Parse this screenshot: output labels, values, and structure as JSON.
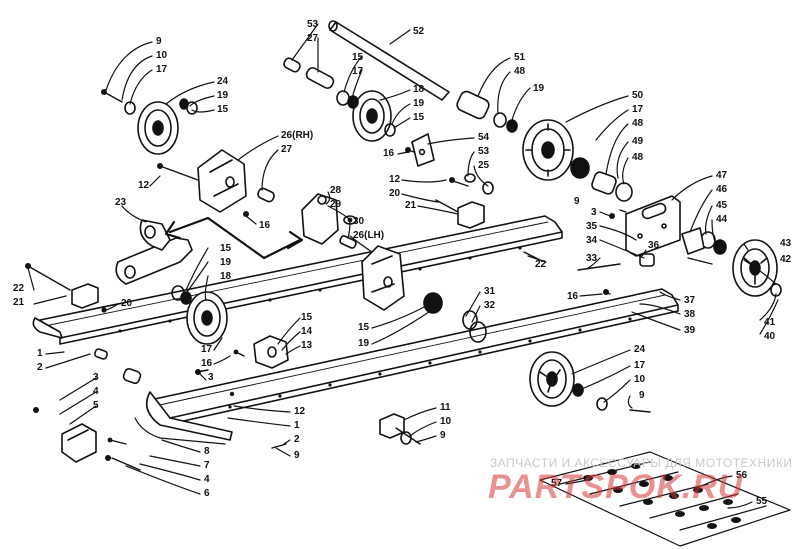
{
  "watermark": {
    "caption": "ЗАПЧАСТИ И АКСЕССУАРЫ ДЛЯ МОТОТЕХНИКИ",
    "logo": "PARTSPOK.RU",
    "logo_color": "#d63737"
  },
  "callouts": [
    {
      "id": "c9a",
      "label": "9"
    },
    {
      "id": "c10a",
      "label": "10"
    },
    {
      "id": "c17a",
      "label": "17"
    },
    {
      "id": "c24a",
      "label": "24"
    },
    {
      "id": "c19a",
      "label": "19"
    },
    {
      "id": "c15a",
      "label": "15"
    },
    {
      "id": "c53a",
      "label": "53"
    },
    {
      "id": "c27a",
      "label": "27"
    },
    {
      "id": "c15b",
      "label": "15"
    },
    {
      "id": "c17b",
      "label": "17"
    },
    {
      "id": "c52",
      "label": "52"
    },
    {
      "id": "c18a",
      "label": "18"
    },
    {
      "id": "c19b",
      "label": "19"
    },
    {
      "id": "c15c",
      "label": "15"
    },
    {
      "id": "c51",
      "label": "51"
    },
    {
      "id": "c48a",
      "label": "48"
    },
    {
      "id": "c19c",
      "label": "19"
    },
    {
      "id": "c50",
      "label": "50"
    },
    {
      "id": "c17c",
      "label": "17"
    },
    {
      "id": "c48b",
      "label": "48"
    },
    {
      "id": "c49",
      "label": "49"
    },
    {
      "id": "c48c",
      "label": "48"
    },
    {
      "id": "c26rh",
      "label": "26(RH)"
    },
    {
      "id": "c27b",
      "label": "27"
    },
    {
      "id": "c54",
      "label": "54"
    },
    {
      "id": "c53b",
      "label": "53"
    },
    {
      "id": "c25",
      "label": "25"
    },
    {
      "id": "c16a",
      "label": "16"
    },
    {
      "id": "c12a",
      "label": "12"
    },
    {
      "id": "c23",
      "label": "23"
    },
    {
      "id": "c16b",
      "label": "16"
    },
    {
      "id": "c28",
      "label": "28"
    },
    {
      "id": "c29",
      "label": "29"
    },
    {
      "id": "c30",
      "label": "30"
    },
    {
      "id": "c26lh",
      "label": "26(LH)"
    },
    {
      "id": "c12b",
      "label": "12"
    },
    {
      "id": "c20a",
      "label": "20"
    },
    {
      "id": "c21a",
      "label": "21"
    },
    {
      "id": "c9b",
      "label": "9"
    },
    {
      "id": "c47",
      "label": "47"
    },
    {
      "id": "c46",
      "label": "46"
    },
    {
      "id": "c45",
      "label": "45"
    },
    {
      "id": "c44",
      "label": "44"
    },
    {
      "id": "c3a",
      "label": "3"
    },
    {
      "id": "c35",
      "label": "35"
    },
    {
      "id": "c34",
      "label": "34"
    },
    {
      "id": "c33",
      "label": "33"
    },
    {
      "id": "c36",
      "label": "36"
    },
    {
      "id": "c22a",
      "label": "22"
    },
    {
      "id": "c16c",
      "label": "16"
    },
    {
      "id": "c43",
      "label": "43"
    },
    {
      "id": "c42",
      "label": "42"
    },
    {
      "id": "c41",
      "label": "41"
    },
    {
      "id": "c40",
      "label": "40"
    },
    {
      "id": "c37",
      "label": "37"
    },
    {
      "id": "c38",
      "label": "38"
    },
    {
      "id": "c39",
      "label": "39"
    },
    {
      "id": "c22b",
      "label": "22"
    },
    {
      "id": "c21b",
      "label": "21"
    },
    {
      "id": "c20b",
      "label": "20"
    },
    {
      "id": "c15d",
      "label": "15"
    },
    {
      "id": "c19d",
      "label": "19"
    },
    {
      "id": "c18b",
      "label": "18"
    },
    {
      "id": "c31",
      "label": "31"
    },
    {
      "id": "c32",
      "label": "32"
    },
    {
      "id": "c15e",
      "label": "15"
    },
    {
      "id": "c19e",
      "label": "19"
    },
    {
      "id": "c15f",
      "label": "15"
    },
    {
      "id": "c14",
      "label": "14"
    },
    {
      "id": "c13",
      "label": "13"
    },
    {
      "id": "c17d",
      "label": "17"
    },
    {
      "id": "c16d",
      "label": "16"
    },
    {
      "id": "c3b",
      "label": "3"
    },
    {
      "id": "c1a",
      "label": "1"
    },
    {
      "id": "c2a",
      "label": "2"
    },
    {
      "id": "c3c",
      "label": "3"
    },
    {
      "id": "c4a",
      "label": "4"
    },
    {
      "id": "c5",
      "label": "5"
    },
    {
      "id": "c24b",
      "label": "24"
    },
    {
      "id": "c17e",
      "label": "17"
    },
    {
      "id": "c10b",
      "label": "10"
    },
    {
      "id": "c9c",
      "label": "9"
    },
    {
      "id": "c12c",
      "label": "12"
    },
    {
      "id": "c1b",
      "label": "1"
    },
    {
      "id": "c2b",
      "label": "2"
    },
    {
      "id": "c11",
      "label": "11"
    },
    {
      "id": "c10c",
      "label": "10"
    },
    {
      "id": "c9d",
      "label": "9"
    },
    {
      "id": "c8",
      "label": "8"
    },
    {
      "id": "c7",
      "label": "7"
    },
    {
      "id": "c4b",
      "label": "4"
    },
    {
      "id": "c6",
      "label": "6"
    },
    {
      "id": "c9e",
      "label": "9"
    },
    {
      "id": "c56",
      "label": "56"
    },
    {
      "id": "c57",
      "label": "57"
    },
    {
      "id": "c55",
      "label": "55"
    }
  ]
}
